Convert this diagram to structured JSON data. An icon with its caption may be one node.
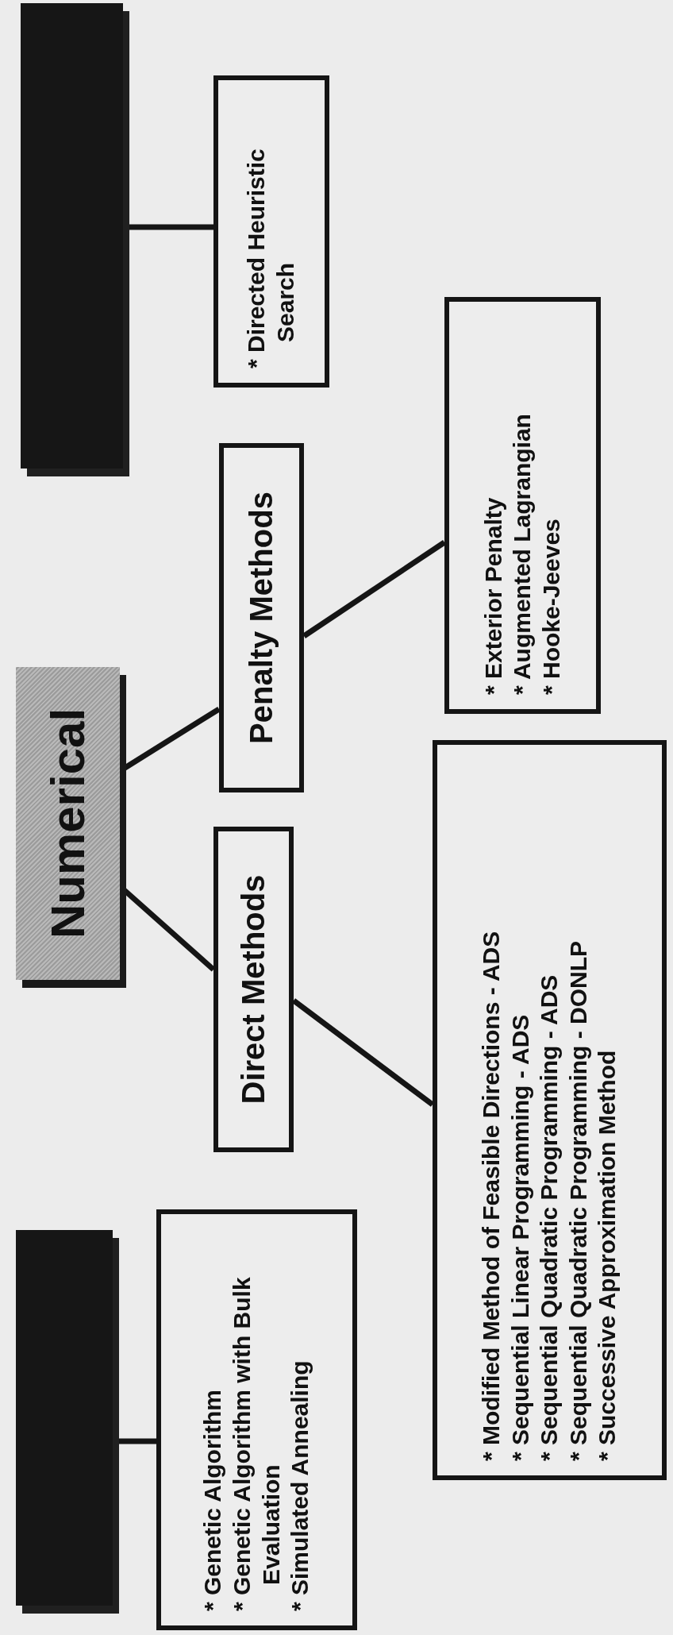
{
  "diagram": {
    "nodes": [
      {
        "text": [],
        "shape": "box"
      },
      {
        "text": [
          "Numerical"
        ]
      },
      {
        "text": [],
        "shape": "box"
      },
      {
        "text": [
          "* Genetic Algorithm",
          "* Genetic Algorithm with Bulk Evaluation",
          "* Simulated Annealing"
        ]
      },
      {
        "text": [
          "Direct Methods"
        ]
      },
      {
        "text": [
          "Penalty Methods"
        ]
      },
      {
        "text": [
          "* Directed Heuristic Search"
        ]
      },
      {
        "text": [
          "* Modified Method of Feasible Directions - ADS",
          "* Sequential Linear Programming - ADS",
          "* Sequential Quadratic Programming - ADS",
          "* Sequential Quadratic Programming - DONLP",
          "* Successive Approximation Method"
        ]
      },
      {
        "text": [
          "* Exterior Penalty",
          "* Augmented Lagrangian",
          "* Hooke-Jeeves"
        ]
      }
    ],
    "edges": [
      {
        "from": 2,
        "to": 3,
        "arrow": "none"
      },
      {
        "from": 1,
        "to": 4,
        "arrow": "none"
      },
      {
        "from": 1,
        "to": 5,
        "arrow": "none"
      },
      {
        "from": 0,
        "to": 6,
        "arrow": "none"
      },
      {
        "from": 4,
        "to": 7,
        "arrow": "none"
      },
      {
        "from": 5,
        "to": 8,
        "arrow": "none"
      }
    ]
  }
}
